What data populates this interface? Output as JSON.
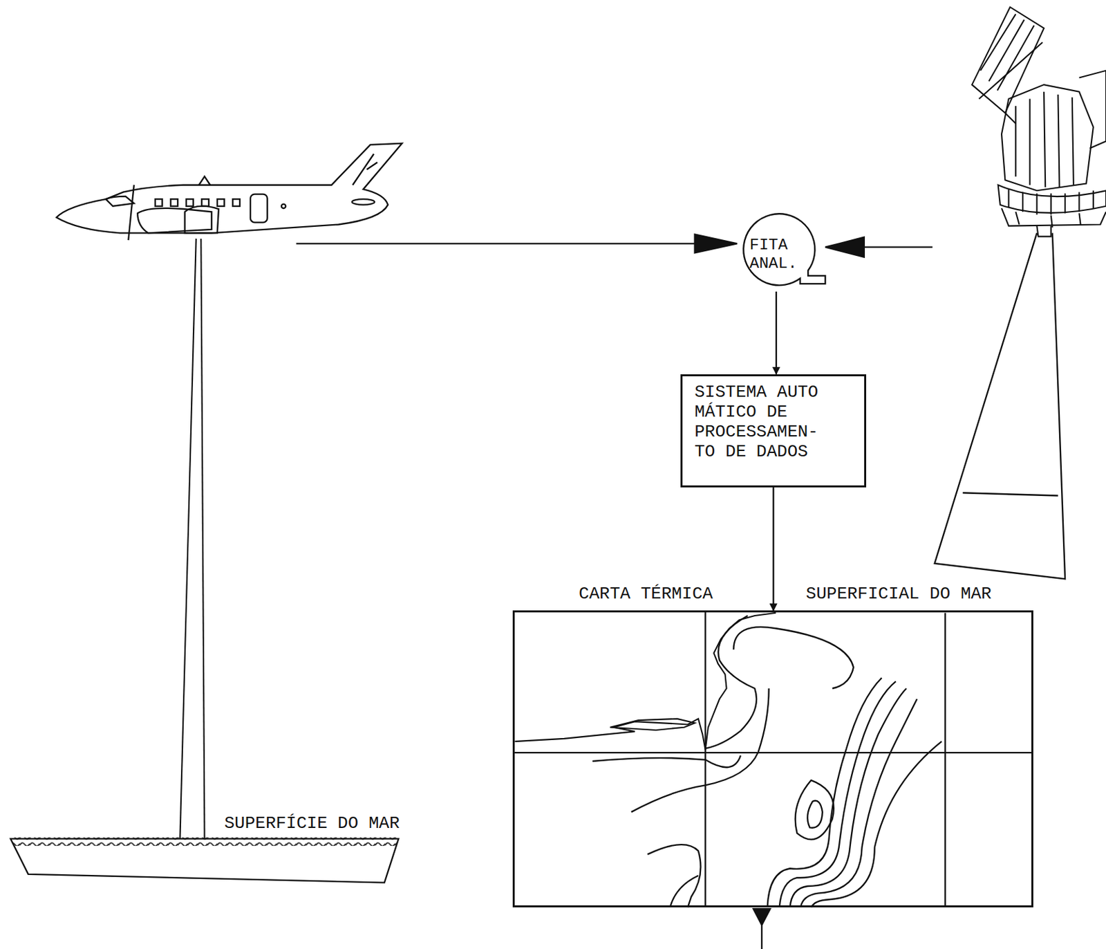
{
  "diagram": {
    "nodes": [
      {
        "text": [
          "FITA ANAL."
        ]
      },
      {
        "text": [
          "SISTEMA AUTO MÁTICO DE PROCESSAMEN- TO DE DADOS"
        ]
      },
      {
        "text": [
          "CARTA TÉRMICA",
          "SUPERFICIAL DO MAR"
        ]
      }
    ],
    "edges": [
      {
        "from": 0,
        "to": 1,
        "arrow": "to"
      },
      {
        "from": 1,
        "to": 2,
        "arrow": "to"
      }
    ],
    "labels": [
      "SUPERFÍCIE DO MAR"
    ]
  }
}
